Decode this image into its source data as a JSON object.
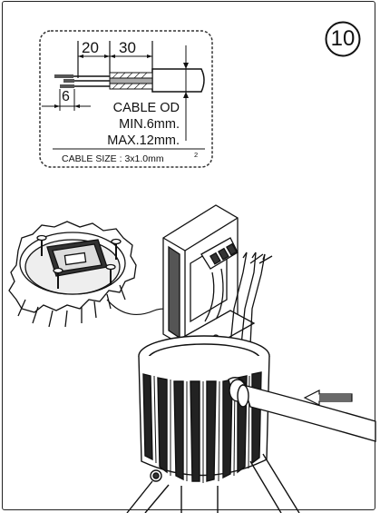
{
  "step_number": "10",
  "spec": {
    "strip_1": "20",
    "strip_2": "30",
    "strip_3": "6",
    "cable_od_label": "CABLE OD",
    "cable_min": "MIN.6mm.",
    "cable_max": "MAX.12mm.",
    "cable_size_prefix": "CABLE SIZE : 3x1.0mm",
    "cable_size_sup": "2"
  },
  "colors": {
    "line": "#1a1a1a",
    "panel_border": "#333333"
  }
}
